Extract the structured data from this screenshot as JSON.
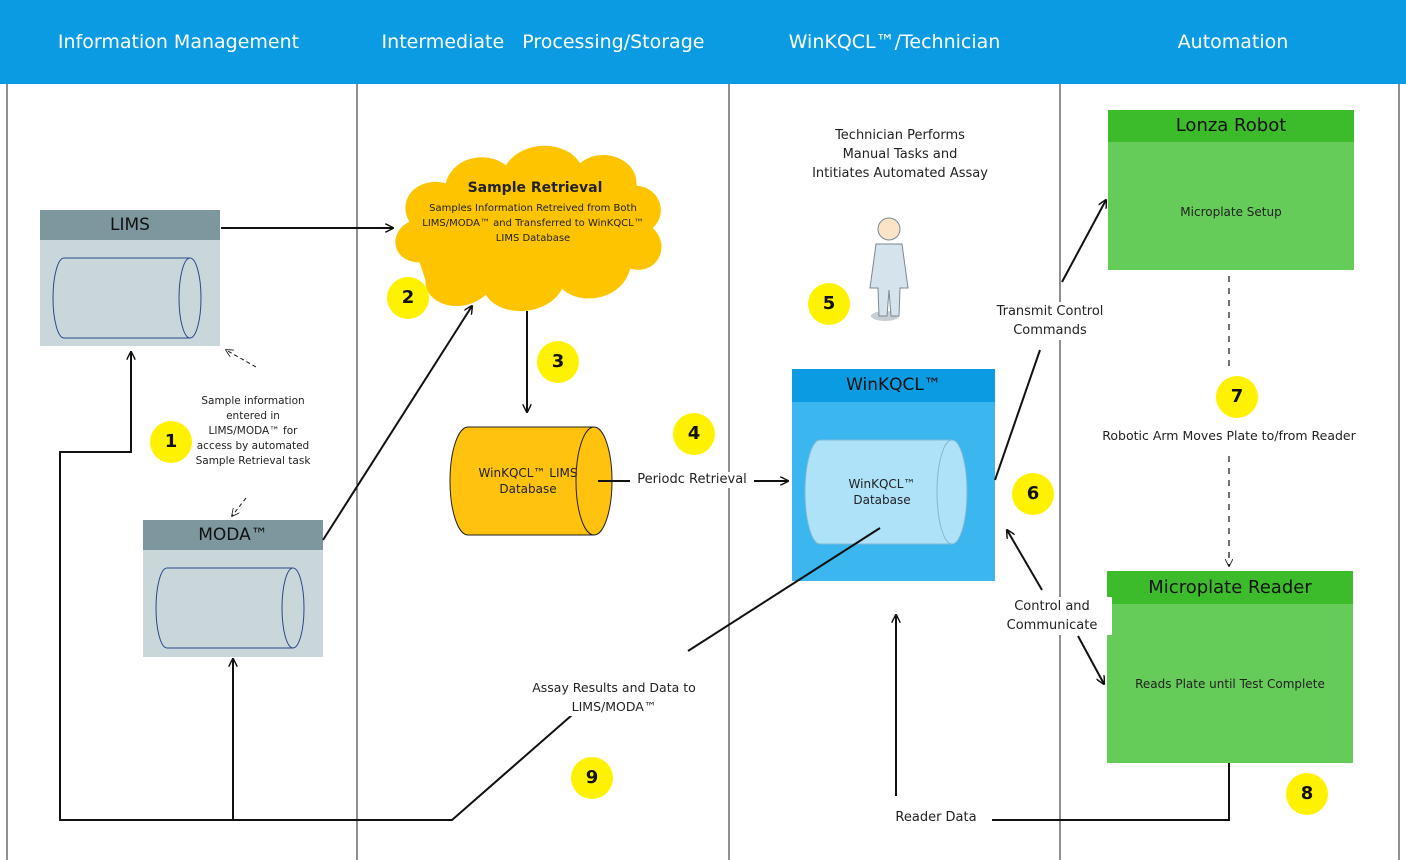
{
  "lanes": {
    "info": "Information Management",
    "intermediate": "Intermediate   Processing/Storage",
    "winkqcl": "WinKQCL™/Technician",
    "automation": "Automation"
  },
  "boxes": {
    "lims": "LIMS",
    "moda": "MODA™",
    "winkqcl": "WinKQCL™",
    "robot": "Lonza Robot",
    "robot_body": "Microplate Setup",
    "reader": "Microplate Reader",
    "reader_body": "Reads Plate until Test Complete"
  },
  "cloud": {
    "title": "Sample Retrieval",
    "text": "Samples Information Retreived from Both LIMS/MODA™ and Transferred to WinKQCL™ LIMS Database"
  },
  "databases": {
    "lims_db": "WinKQCL™ LIMS Database",
    "winkqcl_db": "WinKQCL™ Database"
  },
  "labels": {
    "sample_info": "Sample information entered in LIMS/MODA™ for access by automated Sample Retrieval task",
    "technician": "Technician Performs Manual Tasks and Intitiates Automated Assay",
    "periodic": "Periodc Retrieval",
    "transmit": "Transmit Control Commands",
    "robotic_arm": "Robotic Arm Moves Plate to/from Reader",
    "control": "Control and Communicate",
    "assay_results": "Assay Results and Data to LIMS/MODA™",
    "reader_data": "Reader Data"
  },
  "steps": [
    "1",
    "2",
    "3",
    "4",
    "5",
    "6",
    "7",
    "8",
    "9"
  ],
  "colors": {
    "header": "#0b9be2",
    "grey_box": "#c9d6da",
    "grey_title": "#7e979f",
    "cloud": "#ffc400",
    "orange_db": "#ffc20e",
    "blue_box": "#3bb6ee",
    "green_box": "#66cc59",
    "green_title": "#3dbc2b",
    "badge": "#fff200"
  }
}
